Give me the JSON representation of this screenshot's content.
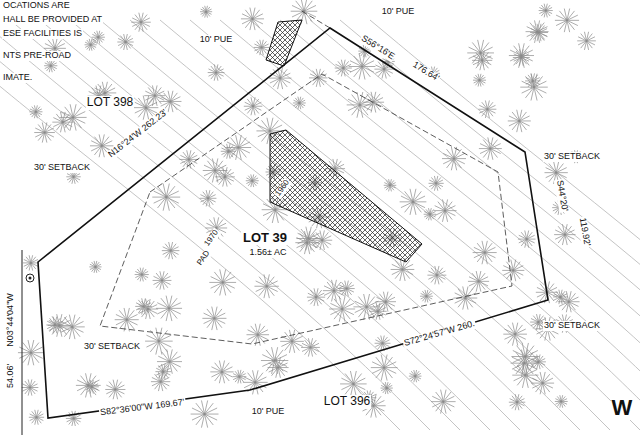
{
  "diagram": {
    "nodes": [
      {
        "text": [
          "LOT 39",
          "1.56± AC"
        ]
      }
    ],
    "labels": [
      "OCATIONS ARE",
      "HALL BE PROVIDED AT",
      "ESE FACILITIES IS",
      "NTS PRE-ROAD",
      "IMATE.",
      "10' PUE",
      "10' PUE",
      "LOT 398",
      "30' SETBACK",
      "N16°24'W 262.23'",
      "S56°16'E",
      "176.64'",
      "30' SETBACK",
      "S44°20'",
      "119.92'",
      "1970",
      "PAD",
      "1960",
      "30' SETBACK",
      "30' SETBACK",
      "S72°24'57\"W 260.",
      "S82°36'00\"W 169.67'",
      "10' PUE",
      "LOT 396",
      "54.06'",
      "N03°44'04\"W",
      "W"
    ]
  }
}
